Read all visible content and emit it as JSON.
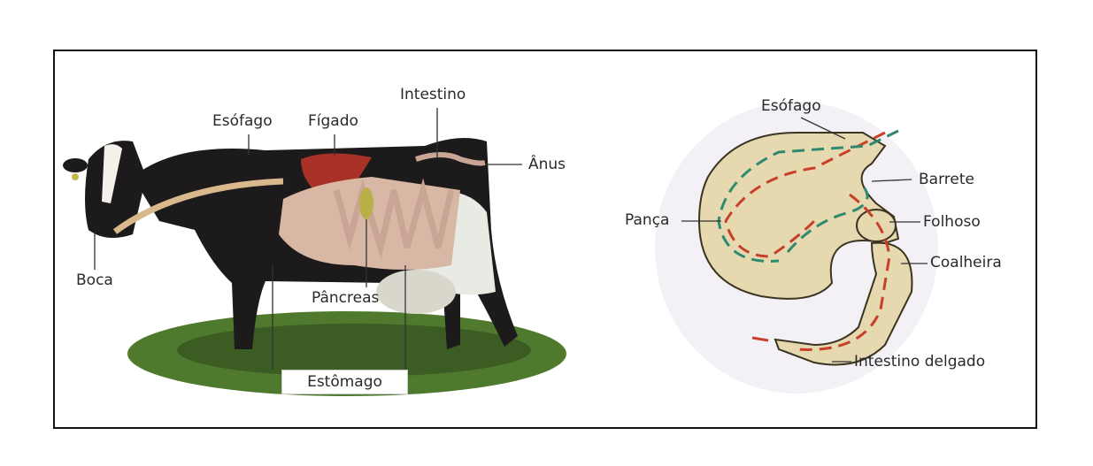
{
  "figure": {
    "left_panel": {
      "subject": "cow digestive system",
      "labels": {
        "esofago": "Esófago",
        "figado": "Fígado",
        "intestino": "Intestino",
        "anus": "Ânus",
        "boca": "Boca",
        "pancreas": "Pâncreas",
        "estomago": "Estômago"
      }
    },
    "right_panel": {
      "subject": "ruminant stomach",
      "labels": {
        "esofago": "Esófago",
        "barrete": "Barrete",
        "panca": "Pança",
        "folhoso": "Folhoso",
        "coalheira": "Coalheira",
        "intestino_delgado": "Intestino delgado"
      },
      "colors": {
        "flow_red": "#c8402a",
        "flow_green": "#2e8a6e",
        "organ": "#e6d9b0"
      }
    }
  }
}
